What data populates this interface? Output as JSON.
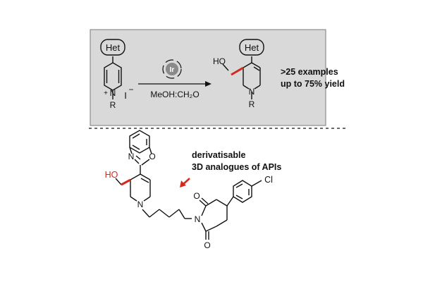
{
  "reaction": {
    "reactant": {
      "substituent": "Het",
      "nitrogen": "N",
      "charge": "+",
      "r_group": "R",
      "counterion": "I",
      "counterion_charge": "−"
    },
    "catalyst": "Ir",
    "conditions": "MeOH:CH₂O",
    "product": {
      "substituent": "Het",
      "hydroxyl": "HO",
      "nitrogen": "N",
      "r_group": "R"
    },
    "scope_line1": ">25 examples",
    "scope_line2": "up to 75% yield"
  },
  "application": {
    "hydroxyl": "HO",
    "oxazole_n": "N",
    "oxazole_o": "O",
    "chlorine": "Cl",
    "piperidine_n": "N",
    "imide_n": "N",
    "carbonyl_o_top": "O",
    "carbonyl_o_bottom": "O",
    "caption_line1": "derivatisable",
    "caption_line2": "3D analogues of APIs"
  },
  "colors": {
    "highlight": "#d42a1e",
    "panel_fill": "#d9d9d9",
    "panel_stroke": "#7a7a7a",
    "ink": "#111111"
  }
}
